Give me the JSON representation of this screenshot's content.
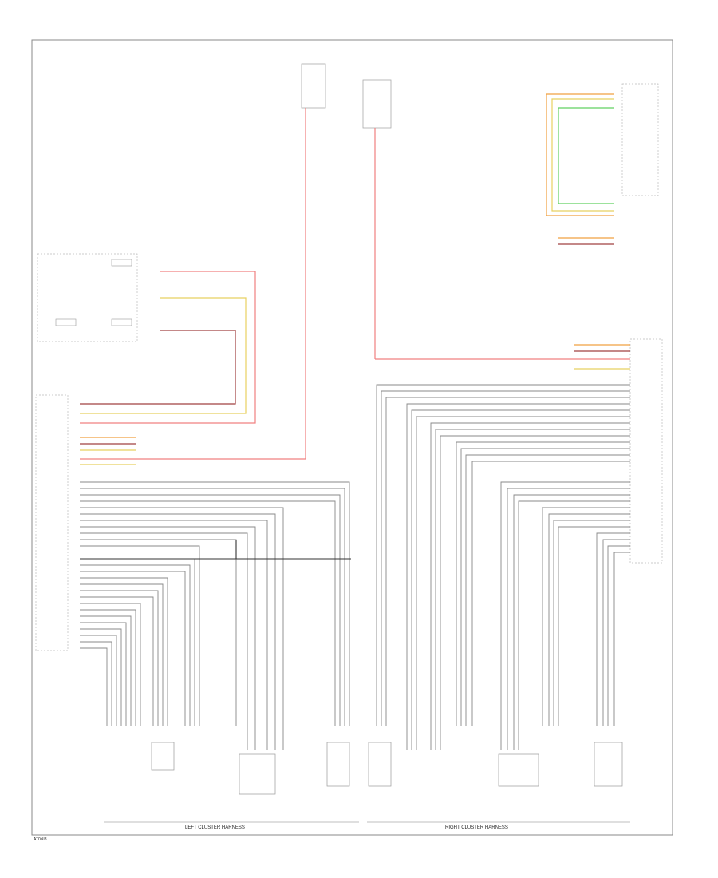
{
  "footer": {
    "code": "AT0NI8"
  },
  "sections": {
    "left_harness": "LEFT CLUSTER HARNESS",
    "right_harness": "RIGHT CLUSTER HARNESS"
  },
  "colors": {
    "red": "#f08080",
    "yellow": "#e8d060",
    "orange": "#f0a040",
    "green": "#60d060",
    "brown": "#a04040",
    "gray": "#888888",
    "black": "#333333"
  }
}
